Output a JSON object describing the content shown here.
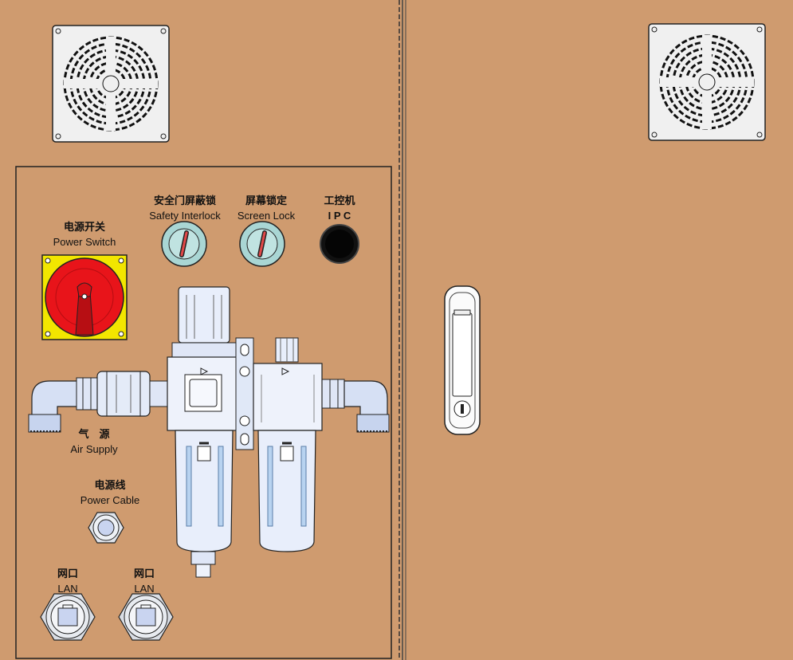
{
  "labels": {
    "power_switch": {
      "cn": "电源开关",
      "en": "Power Switch"
    },
    "safety_interlock": {
      "cn": "安全门屏蔽锁",
      "en": "Safety Interlock"
    },
    "screen_lock": {
      "cn": "屏幕锁定",
      "en": "Screen Lock"
    },
    "ipc": {
      "cn": "工控机",
      "en": "I P C"
    },
    "air_supply": {
      "cn": "气　源",
      "en": "Air Supply"
    },
    "power_cable": {
      "cn": "电源线",
      "en": "Power Cable"
    },
    "lan_1": {
      "cn": "网口",
      "en": "LAN"
    },
    "lan_2": {
      "cn": "网口",
      "en": "LAN"
    }
  },
  "colors": {
    "cabinet": "#cf9b6f",
    "switch_red": "#e8141a",
    "switch_yellow": "#f2e600",
    "key_ring": "#a9d6d4",
    "component_blue": "#c7d4ee",
    "line": "#222222"
  },
  "icons": {
    "fan": "fan-grille-icon",
    "key": "key-switch-icon",
    "button": "push-button-icon",
    "handle": "door-handle-icon",
    "ethernet": "ethernet-port-icon"
  }
}
